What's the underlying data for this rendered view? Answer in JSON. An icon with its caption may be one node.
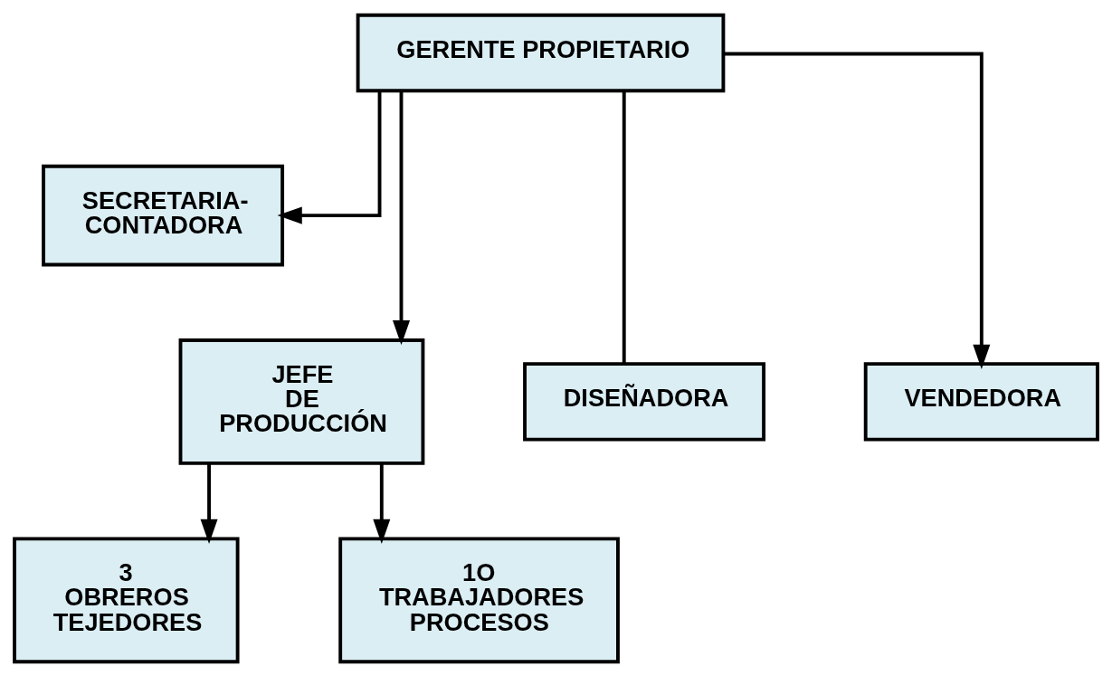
{
  "diagram": {
    "nodes": [
      {
        "text": [
          "GERENTE PROPIETARIO"
        ]
      },
      {
        "text": [
          "SECRETARIA- CONTADORA"
        ]
      },
      {
        "text": [
          "JEFE DE PRODUCCIÓN"
        ]
      },
      {
        "text": [
          "DISEÑADORA"
        ]
      },
      {
        "text": [
          "VENDEDORA"
        ]
      },
      {
        "text": [
          "3 OBREROS TEJEDORES"
        ]
      },
      {
        "text": [
          "1O TRABAJADORES PROCESOS"
        ]
      }
    ],
    "edges": [
      {
        "from": 0,
        "to": 1,
        "arrow": "to"
      },
      {
        "from": 0,
        "to": 2,
        "arrow": "to"
      },
      {
        "from": 0,
        "to": 3,
        "arrow": "none"
      },
      {
        "from": 0,
        "to": 4,
        "arrow": "to"
      },
      {
        "from": 2,
        "to": 5,
        "arrow": "to"
      },
      {
        "from": 2,
        "to": 6,
        "arrow": "to"
      }
    ]
  }
}
